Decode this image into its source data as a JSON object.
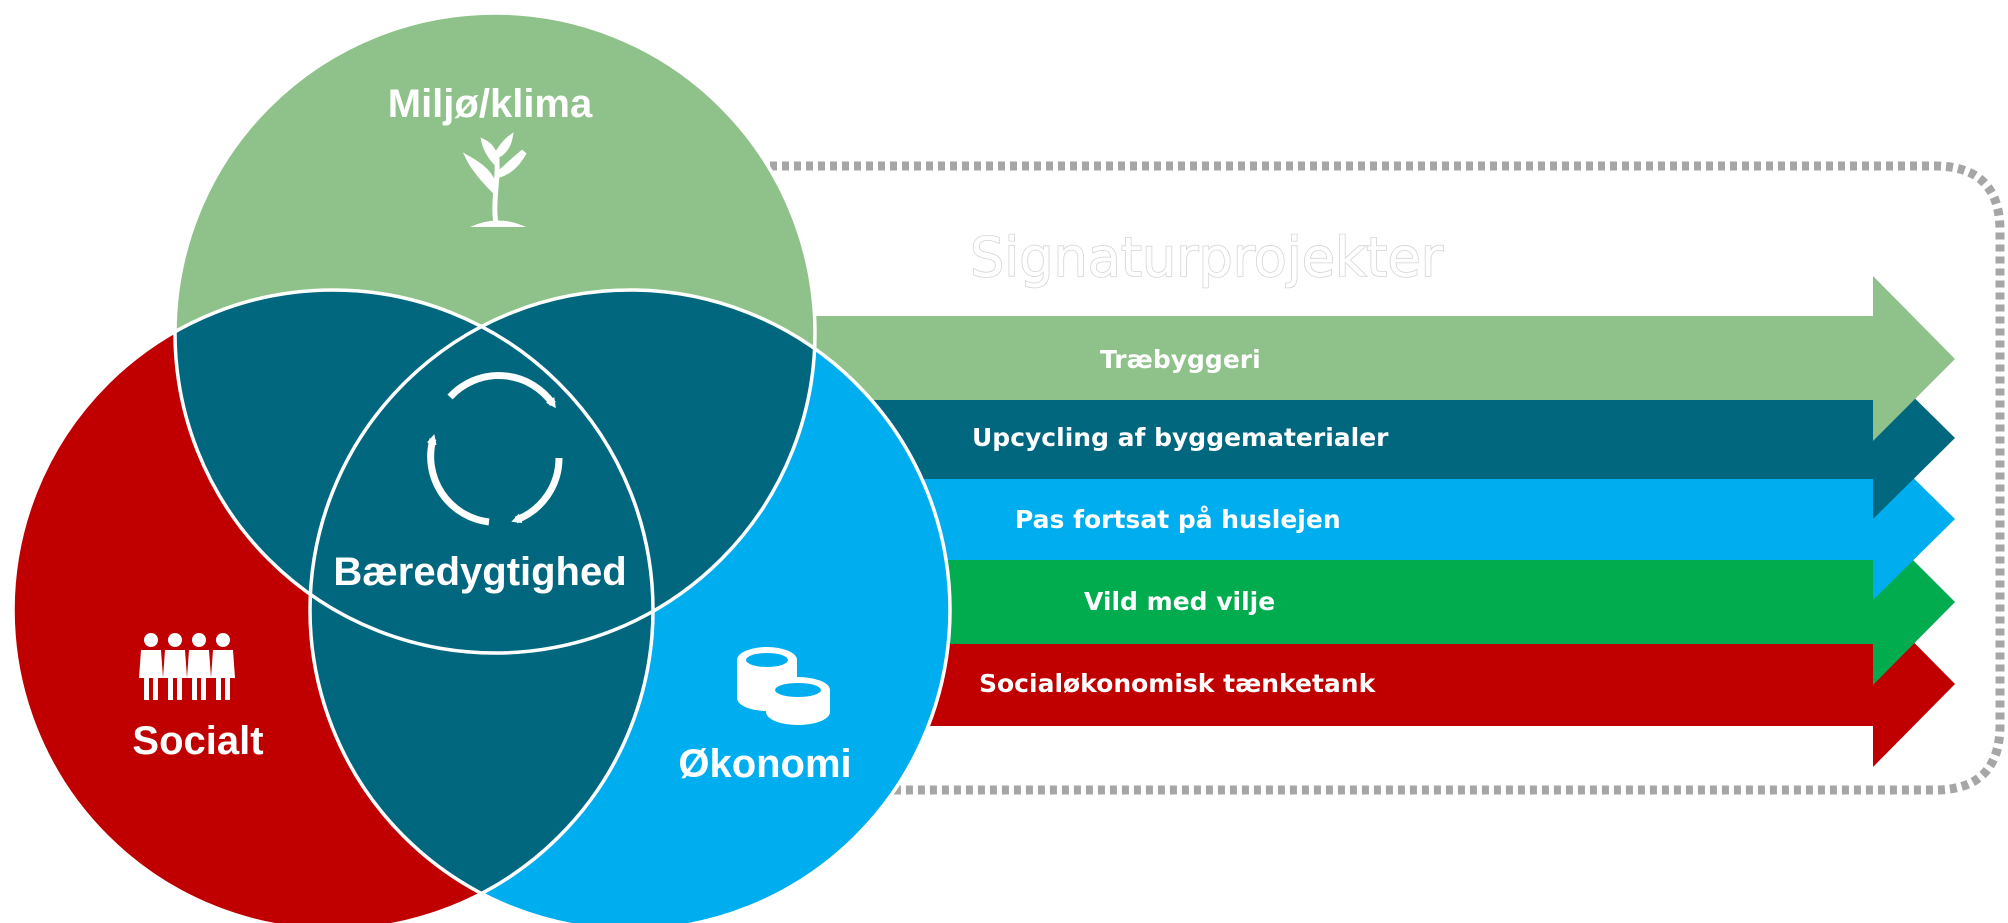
{
  "venn": {
    "top_label": "Miljø/klima",
    "left_label": "Socialt",
    "right_label": "Økonomi",
    "center_label": "Bæredygtighed"
  },
  "projects": {
    "title": "Signaturprojekter",
    "arrows": [
      {
        "label": "Træbyggeri",
        "color": "#8fc18a"
      },
      {
        "label": "Upcycling af byggematerialer",
        "color": "#00677f"
      },
      {
        "label": "Pas fortsat på huslejen",
        "color": "#00aeef"
      },
      {
        "label": "Vild med vilje",
        "color": "#00ac4e"
      },
      {
        "label": "Socialøkonomisk tænketank",
        "color": "#c00000"
      }
    ]
  },
  "colors": {
    "environment": "#8fc18a",
    "social": "#c00000",
    "economy": "#00aeef",
    "overlap": "#00677f",
    "sustainability": "#00ac4e",
    "dashed_frame": "#a6a6a6"
  },
  "icons": {
    "environment": "sprout-icon",
    "social": "people-icon",
    "economy": "coins-icon",
    "center": "recycle-cycle-icon"
  }
}
